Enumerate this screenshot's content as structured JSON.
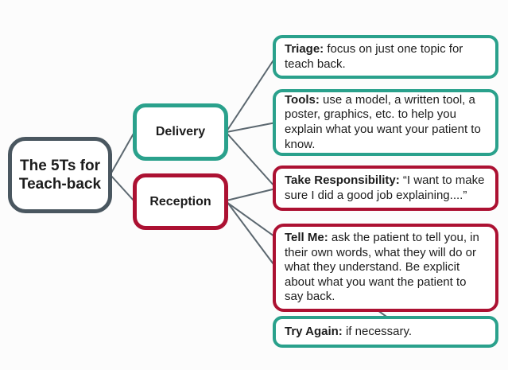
{
  "diagram": {
    "root": {
      "label": "The 5Ts for Teach-back"
    },
    "branches": [
      {
        "id": "delivery",
        "label": "Delivery"
      },
      {
        "id": "reception",
        "label": "Reception"
      }
    ],
    "leaves": [
      {
        "id": "triage",
        "label": "Triage:",
        "text": " focus on just one topic for teach back.",
        "group": "delivery"
      },
      {
        "id": "tools",
        "label": "Tools:",
        "text": " use a model, a written tool, a poster, graphics, etc. to help you explain what you want your patient to know.",
        "group": "delivery"
      },
      {
        "id": "take-responsibility",
        "label": "Take Responsibility:",
        "text": " “I want to make sure I did a good job explaining....”",
        "group": "reception"
      },
      {
        "id": "tell-me",
        "label": "Tell Me:",
        "text": " ask the patient to tell you, in their own words, what they will do or what they understand. Be explicit about what you want the patient to say back.",
        "group": "reception"
      },
      {
        "id": "try-again",
        "label": "Try Again:",
        "text": " if necessary.",
        "group": "reception"
      }
    ],
    "connections": [
      "root-delivery",
      "root-reception",
      "delivery-triage",
      "delivery-tools",
      "delivery-take-responsibility",
      "reception-take-responsibility",
      "reception-tell-me",
      "reception-try-again"
    ]
  },
  "colors": {
    "delivery_accent": "#2aa18c",
    "reception_accent": "#ac1132",
    "root_border": "#4a5760",
    "connector": "#5c6870",
    "box_fill": "#ffffff",
    "background": "#fcfcfc",
    "text": "#1c1c1c"
  }
}
